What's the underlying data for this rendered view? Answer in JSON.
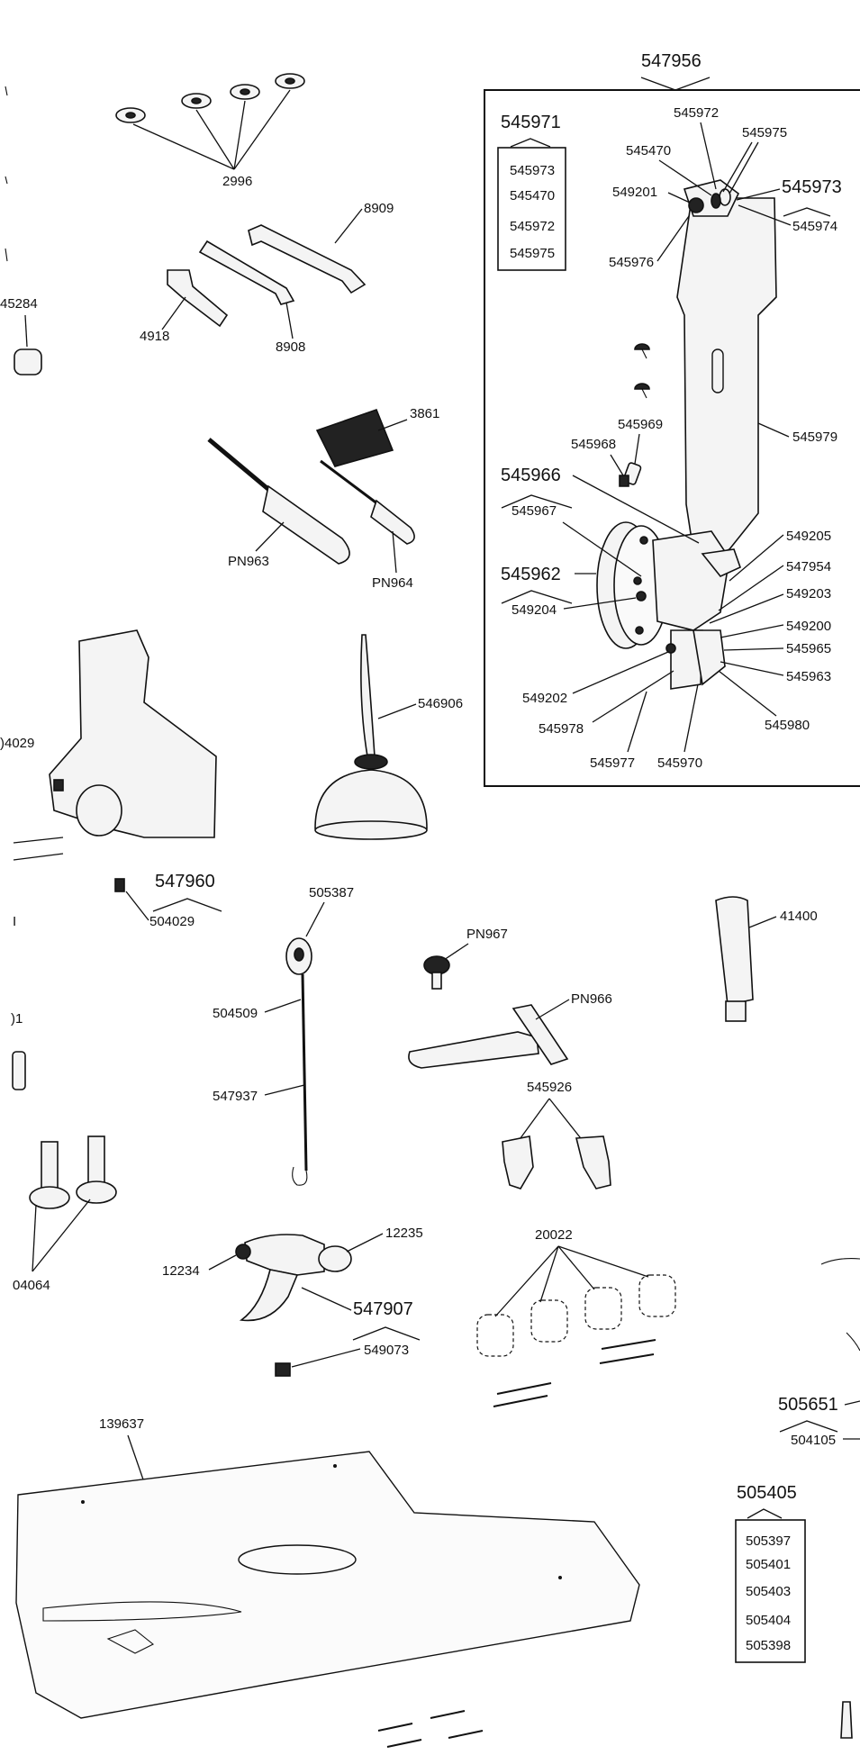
{
  "labels": {
    "l547956": "547956",
    "l545971": "545971",
    "l545973a": "545973",
    "l545470a": "545470",
    "l545972a": "545972",
    "l545975a": "545975",
    "l545972b": "545972",
    "l545975b": "545975",
    "l545470b": "545470",
    "l549201": "549201",
    "l545973b": "545973",
    "l545974": "545974",
    "l545976": "545976",
    "l545979": "545979",
    "l545969": "545969",
    "l545968": "545968",
    "l545966": "545966",
    "l545967": "545967",
    "l545962": "545962",
    "l549204": "549204",
    "l549205": "549205",
    "l547954": "547954",
    "l549203": "549203",
    "l549200": "549200",
    "l545965": "545965",
    "l545963": "545963",
    "l549202": "549202",
    "l545978": "545978",
    "l545980": "545980",
    "l545977": "545977",
    "l545970": "545970",
    "l2996": "2996",
    "l8909": "8909",
    "l4918": "4918",
    "l8908": "8908",
    "l45284": "45284",
    "l3861": "3861",
    "lPN963": "PN963",
    "lPN964": "PN964",
    "l546906": "546906",
    "l04029": ")4029",
    "l547960": "547960",
    "l504029": "504029",
    "lI": "I",
    "l505387": "505387",
    "l504509": "504509",
    "l547937": "547937",
    "lPN967": "PN967",
    "lPN966": "PN966",
    "l41400": "41400",
    "l01": ")1",
    "l545926": "545926",
    "l04064": "04064",
    "l12235": "12235",
    "l12234": "12234",
    "l547907": "547907",
    "l549073": "549073",
    "l20022": "20022",
    "l505651": "505651",
    "l504105": "504105",
    "l139637": "139637",
    "l505405": "505405",
    "l505397": "505397",
    "l505401": "505401",
    "l505403": "505403",
    "l505404": "505404",
    "l505398": "505398"
  }
}
